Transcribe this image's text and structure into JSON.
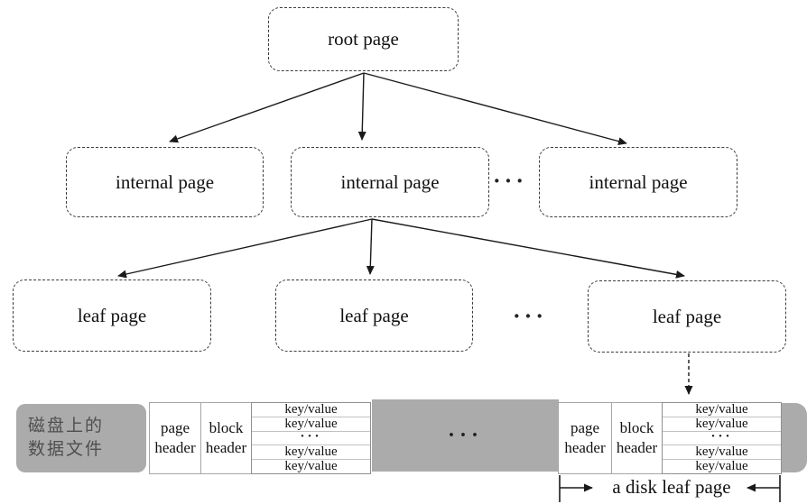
{
  "tree": {
    "root_label": "root page",
    "internal_labels": [
      "internal page",
      "internal page",
      "internal page"
    ],
    "internal_ellipsis": "···",
    "leaf_labels": [
      "leaf page",
      "leaf page",
      "leaf page"
    ],
    "leaf_ellipsis": "···"
  },
  "disk": {
    "disk_file_label_line1": "磁盘上的",
    "disk_file_label_line2": "数据文件",
    "page_header_label": "page header",
    "block_header_label": "block header",
    "kv_rows": [
      "key/value",
      "key/value",
      "···",
      "key/value",
      "key/value"
    ],
    "mid_ellipsis": "···",
    "measure_label": "a disk leaf page"
  },
  "colors": {
    "box_gray": "#ababab",
    "disk_text_gray": "#4f4f4f",
    "cell_border": "#a6a6a6",
    "line_color": "#1a1a1a"
  }
}
